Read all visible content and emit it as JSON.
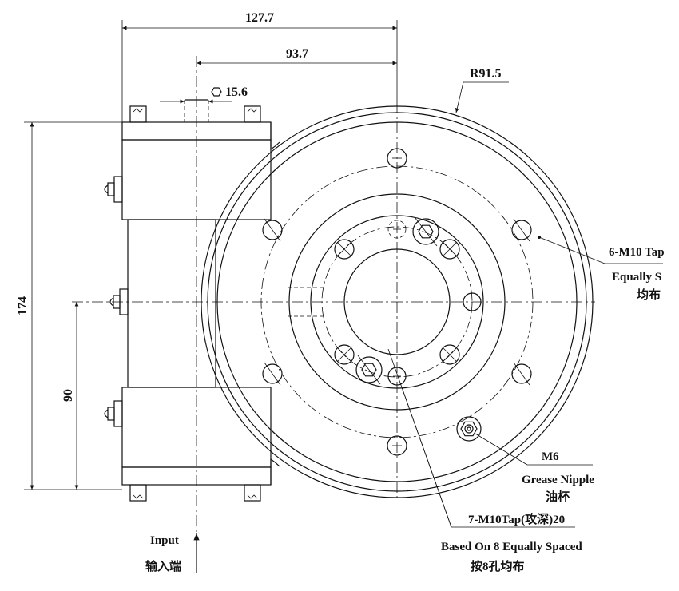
{
  "dimensions": {
    "width_overall": "127.7",
    "width_offset": "93.7",
    "hex_size": "15.6",
    "radius": "R91.5",
    "height_overall": "174",
    "height_center": "90"
  },
  "callouts": {
    "tap_6": {
      "line1": "6-M10 Tap",
      "line2": "Equally S",
      "line3": "均布"
    },
    "grease": {
      "line1": "M6",
      "line2": "Grease Nipple",
      "line3": "油杯"
    },
    "tap_7": {
      "line1": "7-M10Tap(攻深)20",
      "line2": "Based On 8 Equally Spaced",
      "line3": "按8孔均布"
    }
  },
  "input": {
    "label_en": "Input",
    "label_cn": "输入端"
  },
  "icons": {
    "hex": "hexagon-icon",
    "arrow": "arrow-up-icon"
  }
}
